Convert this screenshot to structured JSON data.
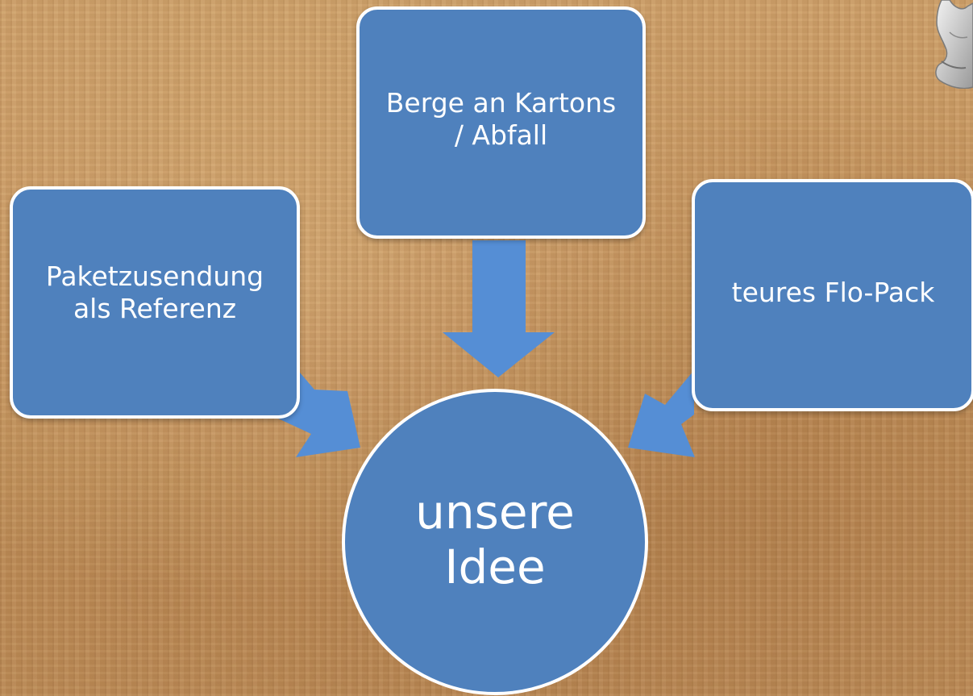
{
  "diagram": {
    "center_node": "unsere\nIdee",
    "nodes": {
      "top": "Berge an Kartons\n/ Abfall",
      "left": "Paketzusendung\nals Referenz",
      "right": "teures Flo-Pack"
    }
  },
  "colors": {
    "node_fill": "#4f81bd",
    "arrow_fill": "#558ed5",
    "node_border": "#ffffff",
    "background": "#c89a63"
  },
  "icons": {
    "corner_figure": "figure-icon"
  }
}
